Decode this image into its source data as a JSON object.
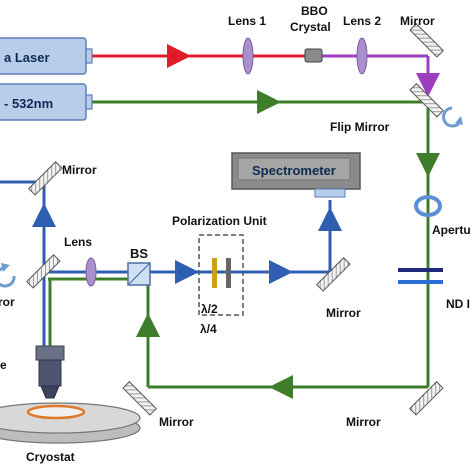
{
  "labels": {
    "laser1": "a Laser",
    "laser2": "- 532nm",
    "lens1": "Lens 1",
    "bbo_line1": "BBO",
    "bbo_line2": "Crystal",
    "lens2": "Lens 2",
    "mirror_top_right": "Mirror",
    "flip_mirror": "Flip Mirror",
    "aperture": "Apertu",
    "nd": "ND I",
    "mirror_left_top": "Mirror",
    "spectrometer": "Spectrometer",
    "polarization_unit": "Polarization Unit",
    "lens_left": "Lens",
    "bs": "BS",
    "half_wave": "λ/2",
    "quarter_wave": "λ/4",
    "mirror_spec": "Mirror",
    "mirror_left_partial": "ror",
    "objective_partial": "e",
    "mirror_bottom_left": "Mirror",
    "mirror_bottom_right": "Mirror",
    "cryostat": "Cryostat"
  },
  "colors": {
    "beam_red": "#e21b2b",
    "beam_purple": "#9b3fbf",
    "beam_green": "#3e7d2a",
    "beam_blue": "#2f5fb0",
    "laser_fill": "#b8cdea",
    "laser_stroke": "#5c7fb7",
    "spectrometer_fill": "#8b8b8b",
    "lens_fill": "#a98fcc",
    "bbo_fill": "#8a8a8a",
    "cryostat_fill": "#d8d8d8",
    "sample_ring": "#e07a2a",
    "filter_navy": "#1d2a7a",
    "filter_blue": "#2a6fd6",
    "half_wave_plate": "#c9a21a",
    "quarter_wave_plate": "#666666"
  }
}
